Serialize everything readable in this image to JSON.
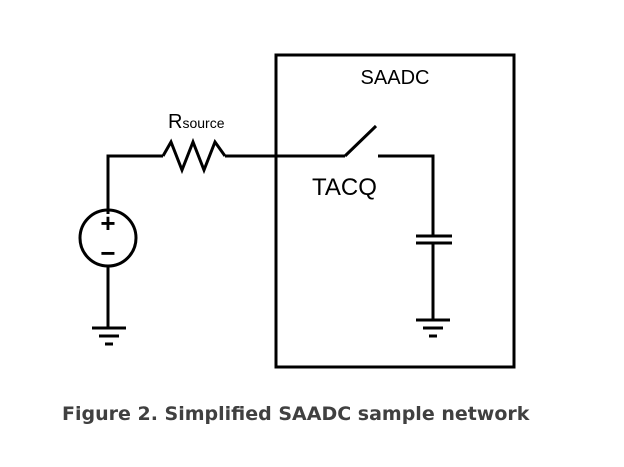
{
  "diagram": {
    "block_label": "SAADC",
    "resistor_label": {
      "main": "R",
      "subscript": "source"
    },
    "switch_label": "TACQ",
    "source_plus": "+",
    "source_minus": "−"
  },
  "caption": "Figure 2. Simplified SAADC sample network",
  "colors": {
    "line": "#000000",
    "caption": "#404040",
    "background": "#ffffff"
  }
}
